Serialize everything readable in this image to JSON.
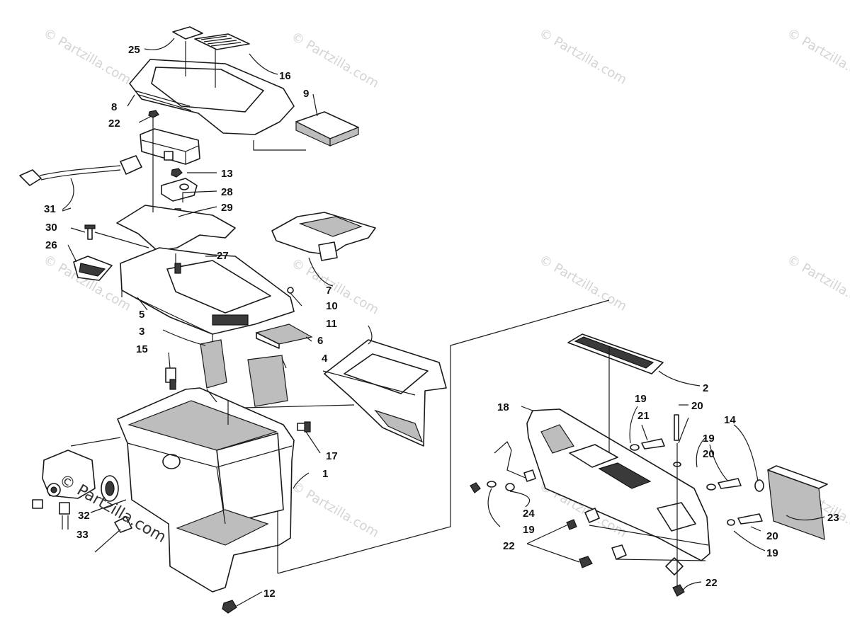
{
  "watermark": "© Partzilla.com",
  "watermark_overlay": "© Partzilla.com",
  "callouts": [
    "1",
    "2",
    "3",
    "4",
    "5",
    "6",
    "7",
    "8",
    "9",
    "10",
    "11",
    "12",
    "13",
    "14",
    "15",
    "16",
    "17",
    "18",
    "19",
    "20",
    "21",
    "22",
    "23",
    "24",
    "25",
    "26",
    "27",
    "28",
    "29",
    "30",
    "31",
    "32",
    "33"
  ],
  "colors": {
    "line": "#1a1a1a",
    "background": "#ffffff",
    "watermark": "#d4d4d4"
  }
}
